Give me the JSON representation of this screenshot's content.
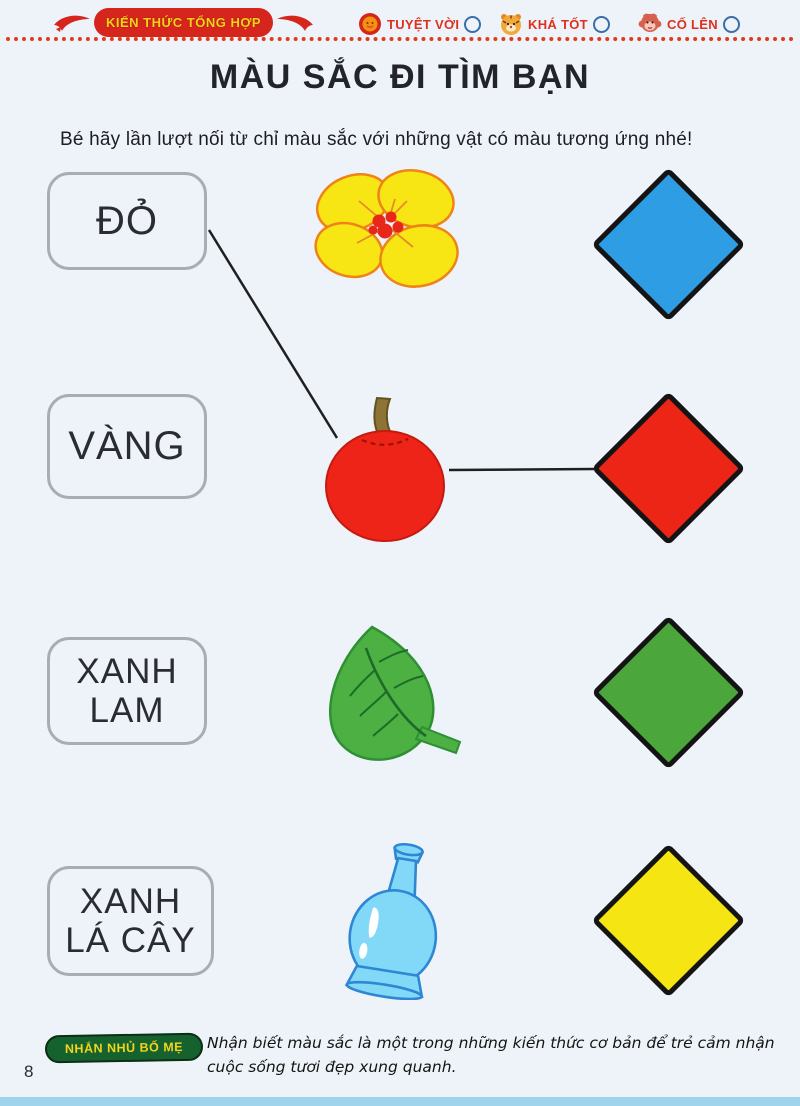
{
  "page": {
    "background": "#edf3f8",
    "page_number": "8",
    "bottom_bar_color": "#9fd4ec"
  },
  "header": {
    "banner_label": "KIẾN THỨC TỔNG HỢP",
    "ratings": [
      {
        "icon": "lion-sun-icon",
        "label": "TUYỆT VỜI"
      },
      {
        "icon": "tiger-icon",
        "label": "KHÁ TỐT"
      },
      {
        "icon": "monkey-icon",
        "label": "CỐ LÊN"
      }
    ]
  },
  "title": "MÀU SẮC ĐI TÌM BẠN",
  "instruction": "Bé hãy lần lượt nối từ chỉ màu sắc với những vật có màu tương ứng nhé!",
  "activity": {
    "words": [
      {
        "id": "do",
        "lines": [
          "ĐỎ"
        ]
      },
      {
        "id": "vang",
        "lines": [
          "VÀNG"
        ]
      },
      {
        "id": "xanh-lam",
        "lines": [
          "XANH",
          "LAM"
        ]
      },
      {
        "id": "xanh-la-cay",
        "lines": [
          "XANH",
          "LÁ CÂY"
        ]
      }
    ],
    "objects": [
      {
        "id": "flower",
        "name": "yellow-flower"
      },
      {
        "id": "apple",
        "name": "red-apple"
      },
      {
        "id": "leaf",
        "name": "green-leaf"
      },
      {
        "id": "vase",
        "name": "blue-vase"
      }
    ],
    "diamonds": [
      {
        "id": "blue",
        "color": "#2e9de4"
      },
      {
        "id": "red",
        "color": "#ec2517"
      },
      {
        "id": "green",
        "color": "#4ba63b"
      },
      {
        "id": "yellow",
        "color": "#f4e513"
      }
    ],
    "connections": [
      {
        "from": "word-do",
        "to": "object-apple"
      },
      {
        "from": "object-apple",
        "to": "diamond-red"
      }
    ]
  },
  "footer": {
    "badge_label": "NHẮN NHỦ BỐ MẸ",
    "note": "Nhận biết màu sắc là một trong những kiến thức cơ bản để trẻ cảm nhận cuộc sống tươi đẹp xung quanh."
  }
}
